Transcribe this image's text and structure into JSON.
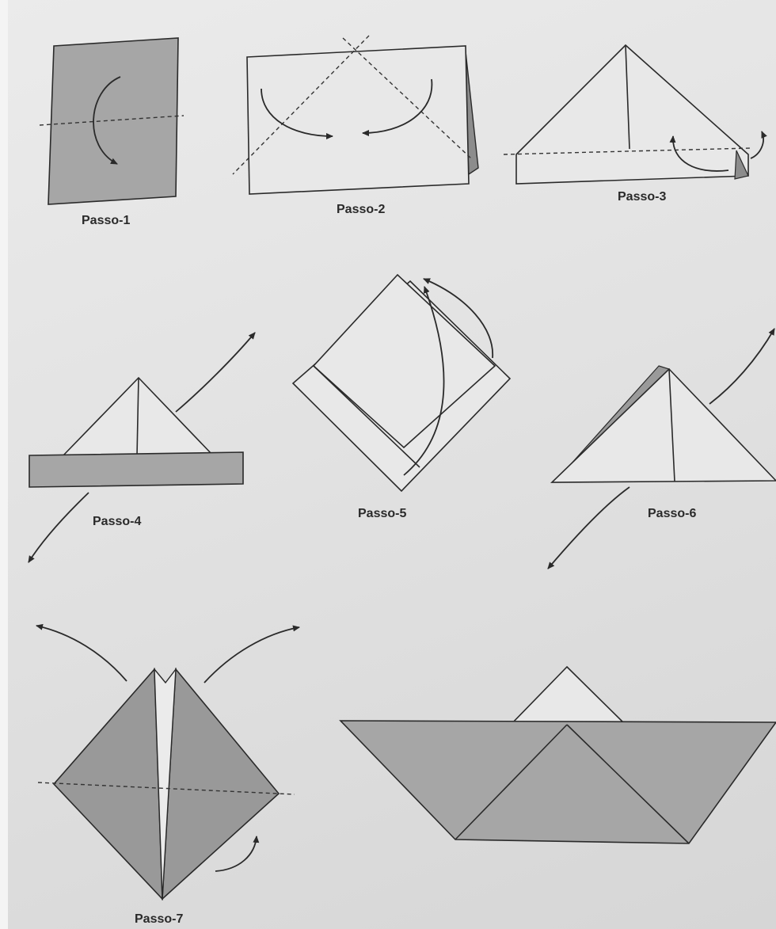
{
  "steps": [
    {
      "id": 1,
      "label": "Passo-1"
    },
    {
      "id": 2,
      "label": "Passo-2"
    },
    {
      "id": 3,
      "label": "Passo-3"
    },
    {
      "id": 4,
      "label": "Passo-4"
    },
    {
      "id": 5,
      "label": "Passo-5"
    },
    {
      "id": 6,
      "label": "Passo-6"
    },
    {
      "id": 7,
      "label": "Passo-7"
    }
  ],
  "colors": {
    "paper_dark": "#a6a6a6",
    "paper_light": "#e8e8e8",
    "ink": "#2a2a2a",
    "background": "#e2e2e2"
  }
}
